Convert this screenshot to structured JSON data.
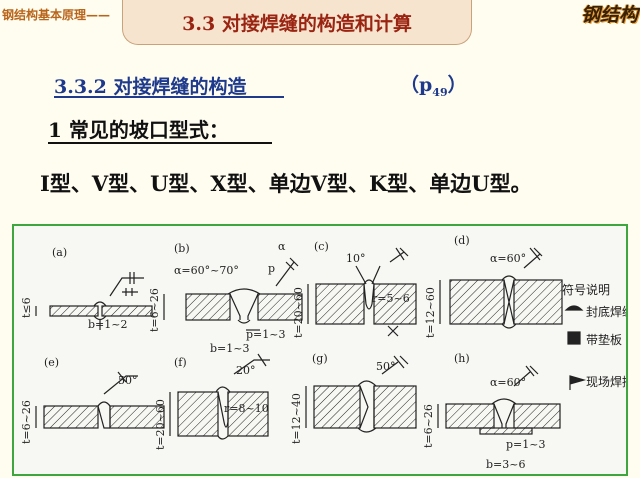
{
  "header": {
    "course": "钢结构基本原理——",
    "section_title": "3.3  对接焊缝的构造和计算",
    "brand": "钢结构"
  },
  "subsection": {
    "title": "3.3.2  对接焊缝的构造",
    "page_ref": "（p",
    "page_num": "49",
    "page_close": "）"
  },
  "heading": "1  常见的坡口型式：",
  "groove_types": "I型、V型、U型、X型、单边V型、K型、单边U型。",
  "figure": {
    "panels": [
      {
        "label": "(a)",
        "t": "t≤6",
        "dims": [
          "b=1~2"
        ]
      },
      {
        "label": "(b)",
        "t": "t=6~26",
        "dims": [
          "α=60°~70°",
          "p",
          "α",
          "p=1~3",
          "b=1~3"
        ]
      },
      {
        "label": "(c)",
        "t": "t=20~60",
        "dims": [
          "10°",
          "r=5~6"
        ]
      },
      {
        "label": "(d)",
        "t": "t=12~60",
        "dims": [
          "α=60°"
        ]
      },
      {
        "label": "(e)",
        "t": "t=6~26",
        "dims": [
          "50°"
        ]
      },
      {
        "label": "(f)",
        "t": "t=20~60",
        "dims": [
          "20°",
          "r=8~10"
        ]
      },
      {
        "label": "(g)",
        "t": "t=12~40",
        "dims": [
          "50°"
        ]
      },
      {
        "label": "(h)",
        "t": "t=6~26",
        "dims": [
          "α=60°",
          "p=1~3",
          "b=3~6"
        ]
      }
    ],
    "legend": {
      "title": "符号说明",
      "items": [
        "封底焊缝",
        "带垫板",
        "现场焊接"
      ]
    }
  }
}
